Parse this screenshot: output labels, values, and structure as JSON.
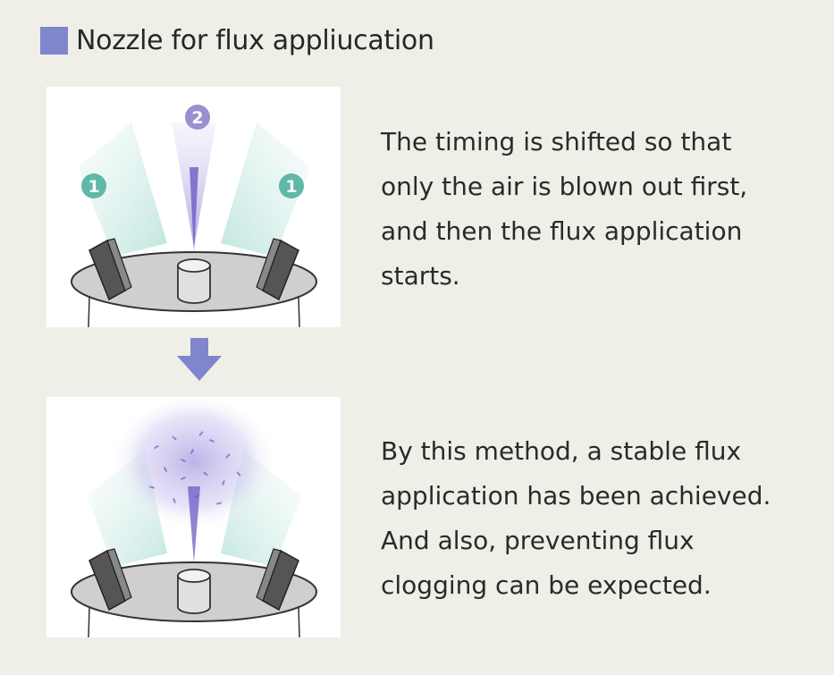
{
  "title": "Nozzle for flux appliucation",
  "steps": {
    "first": "1",
    "second": "2"
  },
  "description_top": [
    "The timing is shifted so that",
    "only the air is blown out first,",
    "and then the flux application",
    "starts."
  ],
  "description_bottom": [
    "By this method, a stable flux",
    "application has been achieved.",
    "And also, preventing flux",
    "clogging can be expected."
  ],
  "colors": {
    "accent": "#7f86cc",
    "air": "#8fd2c6",
    "flux": "#8a7fd0",
    "step1_badge": "#5fb9a6",
    "step2_badge": "#9a8fd0"
  }
}
